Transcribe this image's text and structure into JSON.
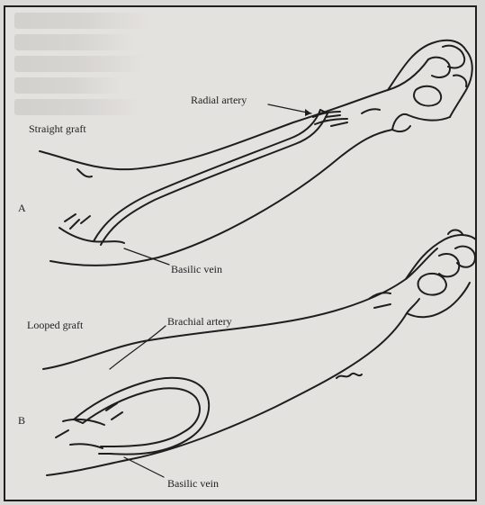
{
  "figure": {
    "panel_a": {
      "letter": "A",
      "graft_label": "Straight graft",
      "artery_label": "Radial artery",
      "vein_label": "Basilic vein"
    },
    "panel_b": {
      "letter": "B",
      "graft_label": "Looped graft",
      "artery_label": "Brachial artery",
      "vein_label": "Basilic vein"
    },
    "colors": {
      "ink": "#1e1e1e",
      "paper": "#e4e2df"
    }
  }
}
